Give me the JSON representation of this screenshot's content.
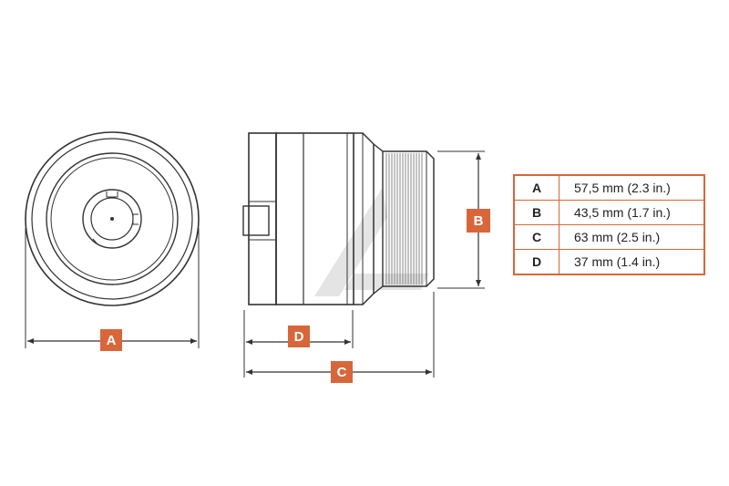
{
  "dimension_tags": {
    "A": "A",
    "B": "B",
    "C": "C",
    "D": "D"
  },
  "colors": {
    "accent": "#d9663b",
    "line": "#333333",
    "watermark": "#d8d8d8"
  },
  "spec_table": {
    "rows": [
      {
        "key": "A",
        "value": "57,5 mm (2.3 in.)"
      },
      {
        "key": "B",
        "value": "43,5 mm (1.7 in.)"
      },
      {
        "key": "C",
        "value": "63 mm (2.5 in.)"
      },
      {
        "key": "D",
        "value": "37 mm (1.4 in.)"
      }
    ]
  }
}
